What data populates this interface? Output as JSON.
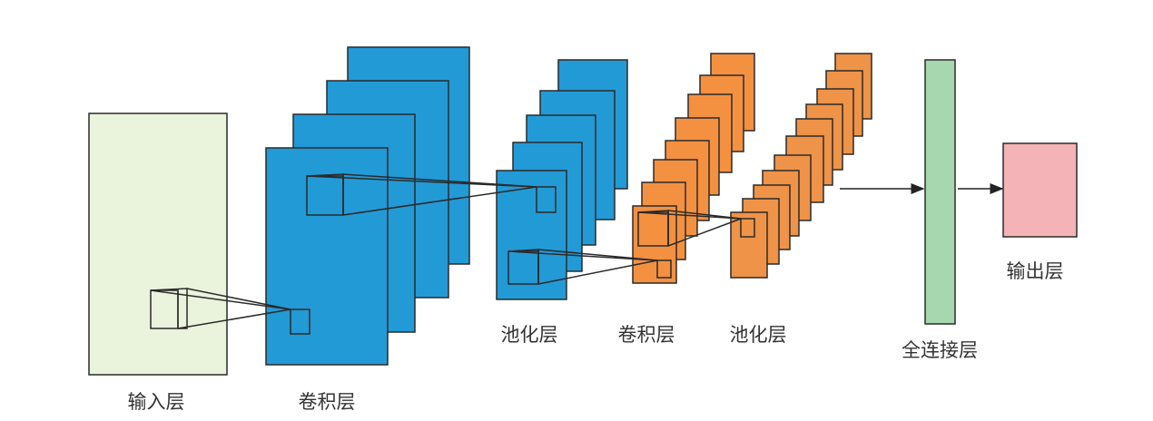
{
  "labels": {
    "input": "输入层",
    "conv1": "卷积层",
    "pool1": "池化层",
    "conv2": "卷积层",
    "pool2": "池化层",
    "fc": "全连接层",
    "output": "输出层"
  },
  "colors": {
    "input": "#eaf3dc",
    "conv1": "#229ad6",
    "pool1": "#229ad6",
    "conv2": "#f39141",
    "pool2": "#ee9347",
    "fc": "#a6d7ae",
    "output": "#f4b3b6",
    "stroke": "#2a2a2a"
  }
}
